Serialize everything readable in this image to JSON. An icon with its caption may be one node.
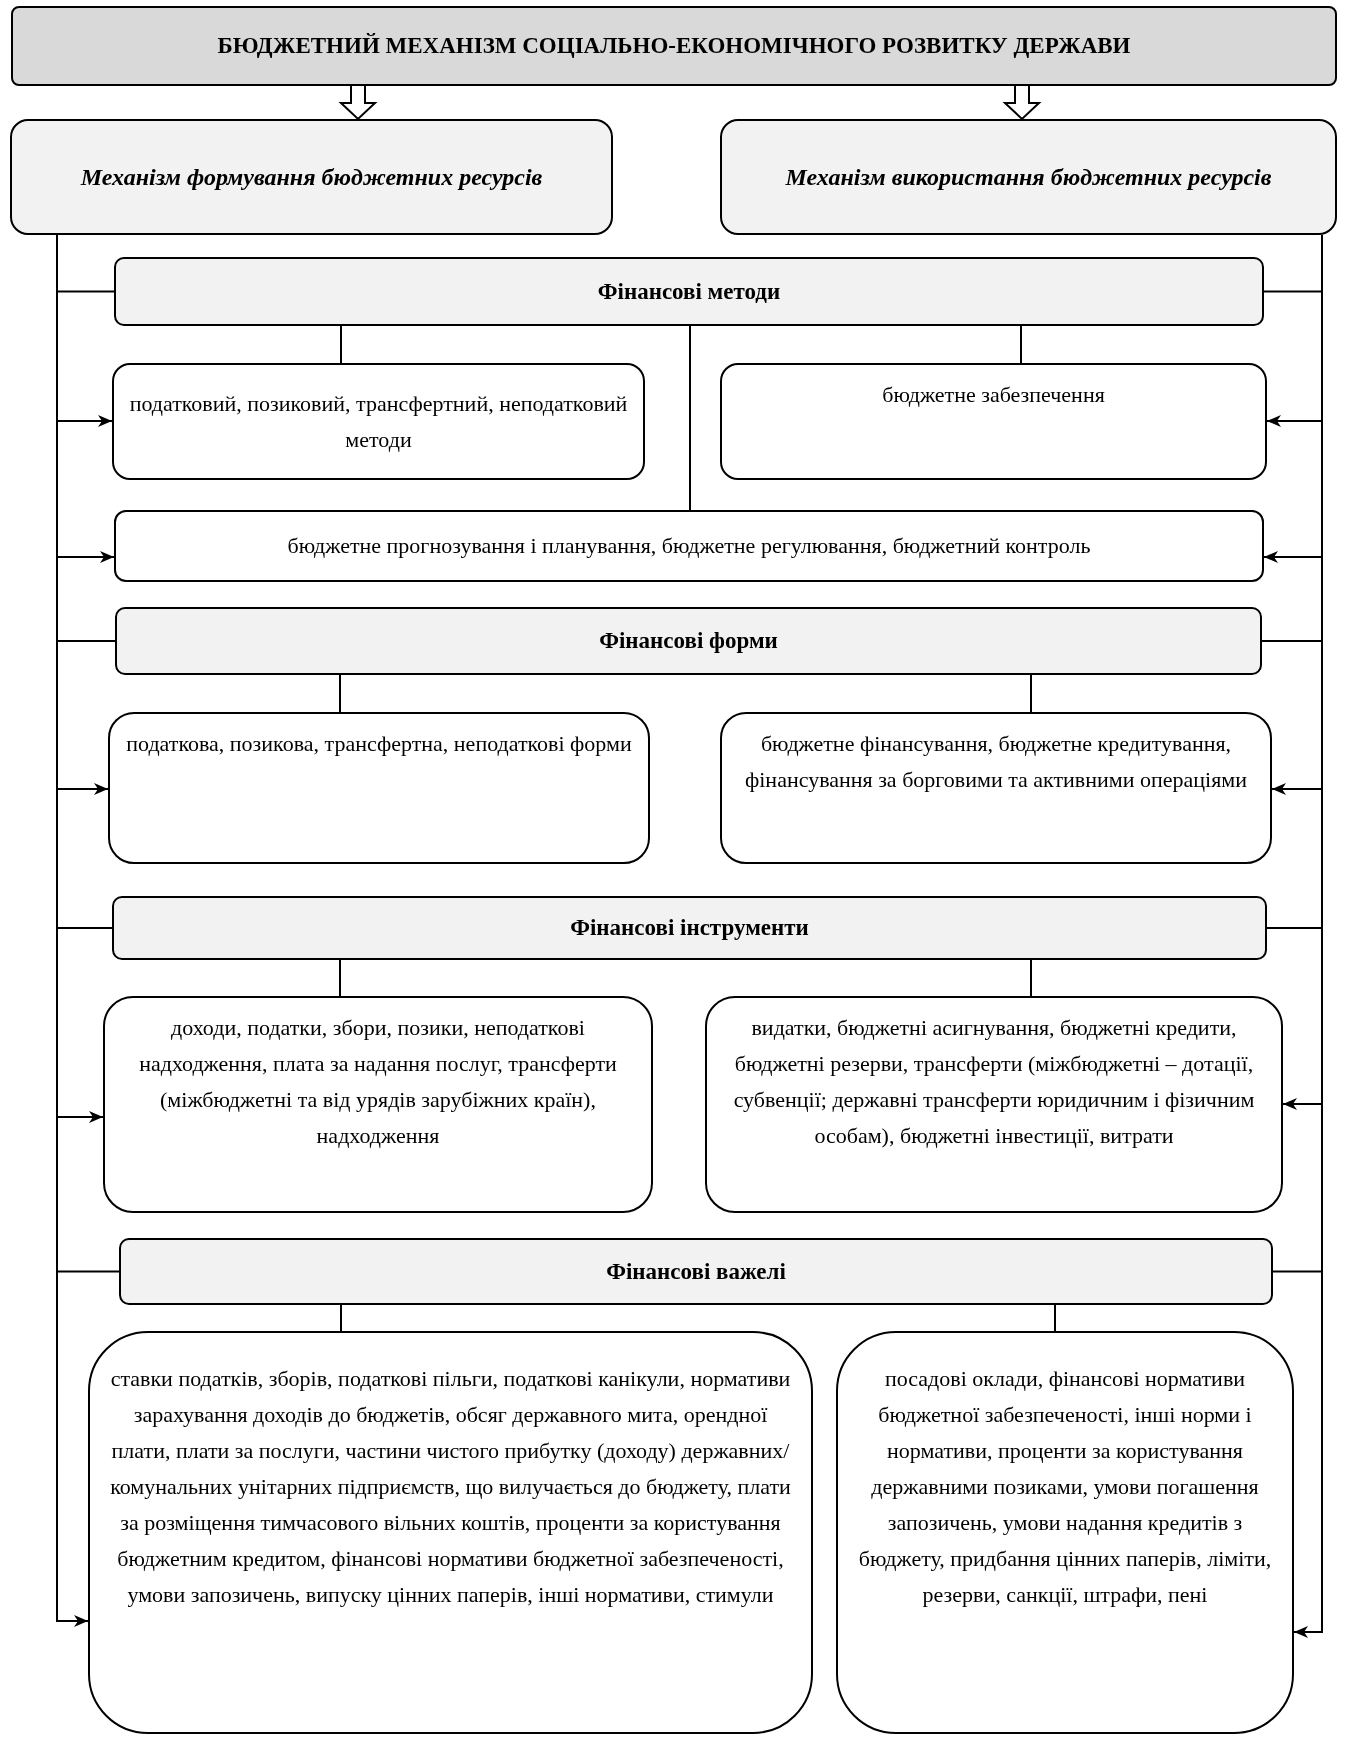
{
  "diagram": {
    "nodes": [
      {
        "text": [
          "БЮДЖЕТНИЙ МЕХАНІЗМ СОЦІАЛЬНО-ЕКОНОМІЧНОГО РОЗВИТКУ ДЕРЖАВИ"
        ]
      },
      {
        "text": [
          "Механізм формування бюджетних ресурсів"
        ]
      },
      {
        "text": [
          "Механізм використання бюджетних ресурсів"
        ]
      },
      {
        "text": [
          "Фінансові методи"
        ]
      },
      {
        "text": [
          "податковий, позиковий, трансфертний, неподатковий методи"
        ]
      },
      {
        "text": [
          "бюджетне забезпечення"
        ]
      },
      {
        "text": [
          "бюджетне прогнозування і планування, бюджетне регулювання, бюджетний контроль"
        ]
      },
      {
        "text": [
          "Фінансові форми"
        ]
      },
      {
        "text": [
          "податкова, позикова, трансфертна, неподаткові форми"
        ]
      },
      {
        "text": [
          "бюджетне фінансування, бюджетне кредитування, фінансування за борговими та активними операціями"
        ]
      },
      {
        "text": [
          "Фінансові інструменти"
        ]
      },
      {
        "text": [
          "доходи, податки, збори, позики, неподаткові надходження, плата за надання послуг, трансферти (міжбюджетні та від урядів зарубіжних країн), надходження"
        ]
      },
      {
        "text": [
          "видатки, бюджетні асигнування, бюджетні кредити, бюджетні резерви, трансферти (міжбюджетні – дотації, субвенції; державні трансферти юридичним і фізичним особам), бюджетні інвестиції, витрати"
        ]
      },
      {
        "text": [
          "Фінансові важелі"
        ]
      },
      {
        "text": [
          "ставки податків, зборів, податкові пільги, податкові канікули, нормативи зарахування доходів до бюджетів, обсяг державного мита, орендної плати, плати за послуги, частини чистого прибутку (доходу) державних/ комунальних унітарних підприємств, що вилучається до бюджету, плати за розміщення тимчасового вільних коштів, проценти за користування бюджетним кредитом, фінансові нормативи бюджетної забезпеченості, умови запозичень, випуску цінних паперів, інші нормативи, стимули"
        ]
      },
      {
        "text": [
          "посадові оклади, фінансові нормативи бюджетної забезпеченості, інші норми і нормативи, проценти за користування державними позиками, умови погашення запозичень, умови надання кредитів з бюджету, придбання цінних паперів, ліміти, резерви, санкції, штрафи, пені"
        ]
      }
    ],
    "edges": [
      {
        "from": 0,
        "to": 1,
        "arrow": "to"
      },
      {
        "from": 0,
        "to": 2,
        "arrow": "to"
      },
      {
        "from": 1,
        "to": 3,
        "arrow": "none"
      },
      {
        "from": 1,
        "to": 4,
        "arrow": "to"
      },
      {
        "from": 1,
        "to": 6,
        "arrow": "to"
      },
      {
        "from": 1,
        "to": 7,
        "arrow": "none"
      },
      {
        "from": 1,
        "to": 8,
        "arrow": "to"
      },
      {
        "from": 1,
        "to": 10,
        "arrow": "none"
      },
      {
        "from": 1,
        "to": 11,
        "arrow": "to"
      },
      {
        "from": 1,
        "to": 13,
        "arrow": "none"
      },
      {
        "from": 1,
        "to": 14,
        "arrow": "to"
      },
      {
        "from": 2,
        "to": 3,
        "arrow": "none"
      },
      {
        "from": 2,
        "to": 5,
        "arrow": "to"
      },
      {
        "from": 2,
        "to": 6,
        "arrow": "to"
      },
      {
        "from": 2,
        "to": 7,
        "arrow": "none"
      },
      {
        "from": 2,
        "to": 9,
        "arrow": "to"
      },
      {
        "from": 2,
        "to": 10,
        "arrow": "none"
      },
      {
        "from": 2,
        "to": 12,
        "arrow": "to"
      },
      {
        "from": 2,
        "to": 13,
        "arrow": "none"
      },
      {
        "from": 2,
        "to": 15,
        "arrow": "to"
      },
      {
        "from": 3,
        "to": 4,
        "arrow": "none"
      },
      {
        "from": 3,
        "to": 5,
        "arrow": "none"
      },
      {
        "from": 3,
        "to": 6,
        "arrow": "none"
      },
      {
        "from": 7,
        "to": 8,
        "arrow": "none"
      },
      {
        "from": 7,
        "to": 9,
        "arrow": "none"
      },
      {
        "from": 10,
        "to": 11,
        "arrow": "none"
      },
      {
        "from": 10,
        "to": 12,
        "arrow": "none"
      },
      {
        "from": 13,
        "to": 14,
        "arrow": "none"
      },
      {
        "from": 13,
        "to": 15,
        "arrow": "none"
      }
    ]
  }
}
